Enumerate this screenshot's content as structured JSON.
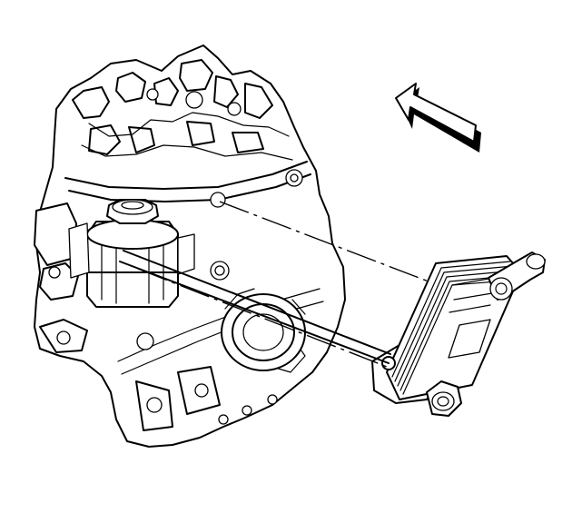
{
  "figure": {
    "background": "#ffffff",
    "ink": "#000000",
    "icons": [
      "engine-block-outline",
      "oil-filter-housing",
      "oil-cooler",
      "direction-arrow",
      "bolt"
    ]
  }
}
